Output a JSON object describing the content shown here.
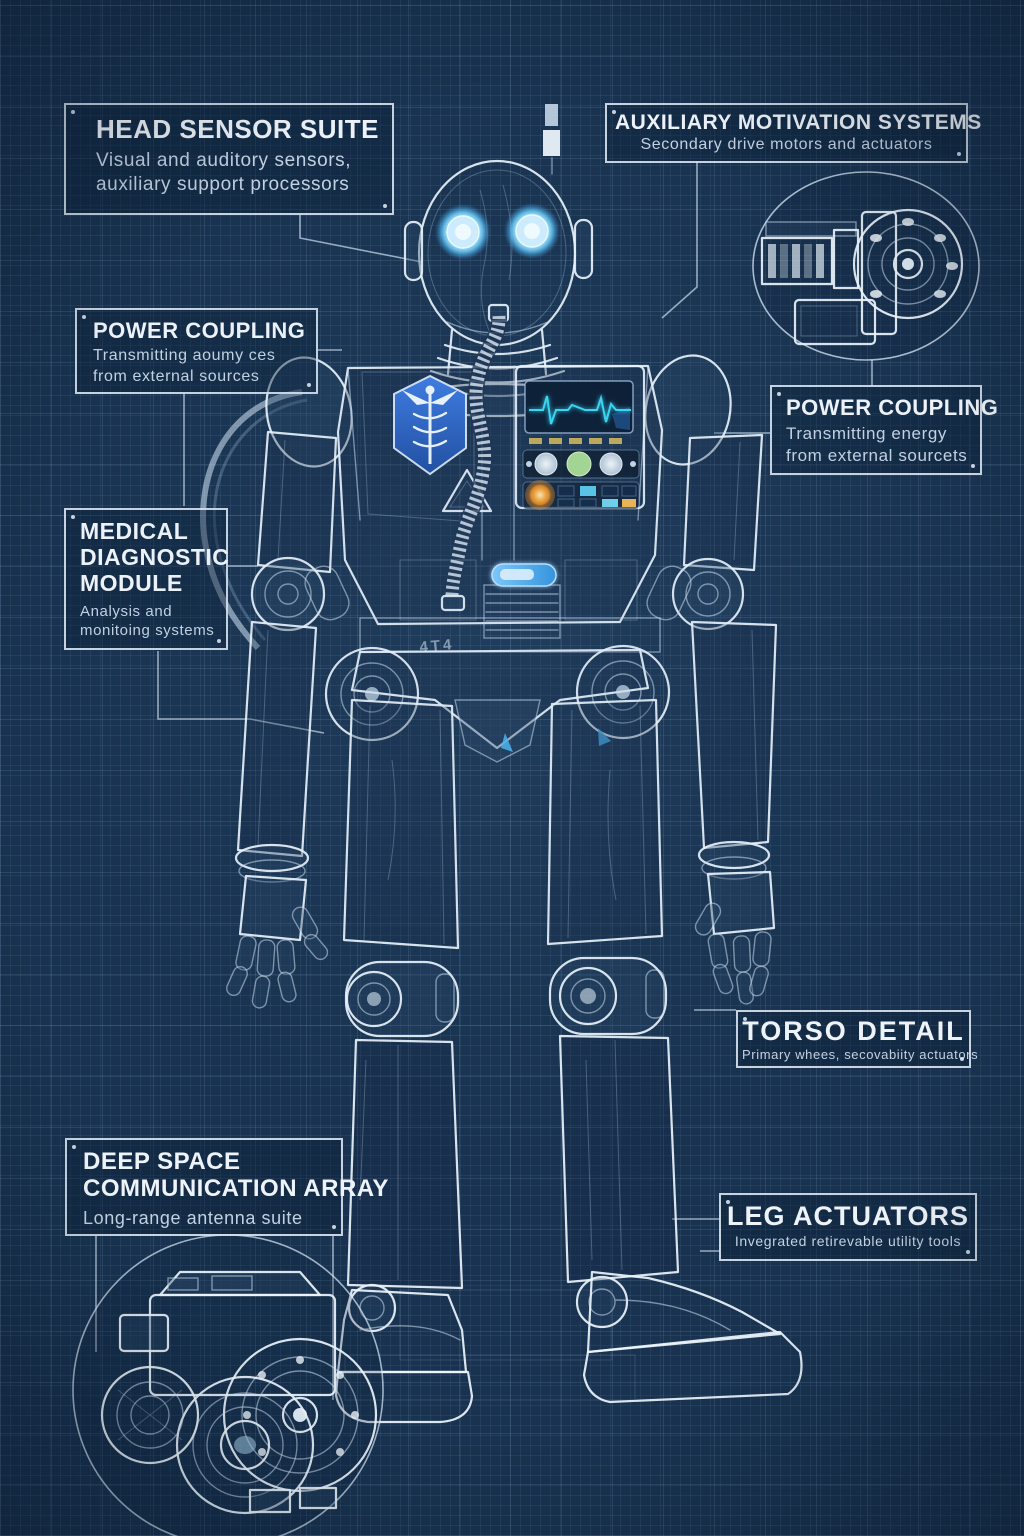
{
  "callouts": {
    "head_sensor": {
      "title": "HEAD SENSOR SUITE",
      "line1": "Visual and auditory sensors,",
      "line2": "auxiliary support processors"
    },
    "aux_motivation": {
      "title": "AUXILIARY MOTIVATION SYSTEMS",
      "subtitle": "Secondary drive motors and actuators"
    },
    "power_left": {
      "title": "POWER COUPLING",
      "line1": "Transmitting aoumy ces",
      "line2": "from external sources"
    },
    "power_right": {
      "title": "POWER COUPLING",
      "line1": "Transmitting energy",
      "line2": "from external sourcets"
    },
    "medical": {
      "title_line1": "MEDICAL",
      "title_line2": "DIAGNOSTIC",
      "title_line3": "MODULE",
      "line1": "Analysis and",
      "line2": "monitoing systems"
    },
    "torso": {
      "title": "TORSO DETAIL",
      "subtitle": "Primary whees, secovabiity actuators"
    },
    "deep_space": {
      "title_line1": "DEEP SPACE",
      "title_line2": "COMMUNICATION ARRAY",
      "subtitle": "Long-range antenna suite"
    },
    "leg_actuators": {
      "title": "LEG ACTUATORS",
      "subtitle": "Invegrated retirevable utility tools"
    }
  },
  "robot": {
    "pelvis_marking": "4T4"
  },
  "colors": {
    "background": "#18324f",
    "line": "#dce8f4",
    "accent_cyan": "#46c8f2",
    "badge_blue": "#2e6ace",
    "alert_orange": "#f0921f",
    "indicator_green": "#a6d88f",
    "indicator_yellow": "#d9b953"
  }
}
